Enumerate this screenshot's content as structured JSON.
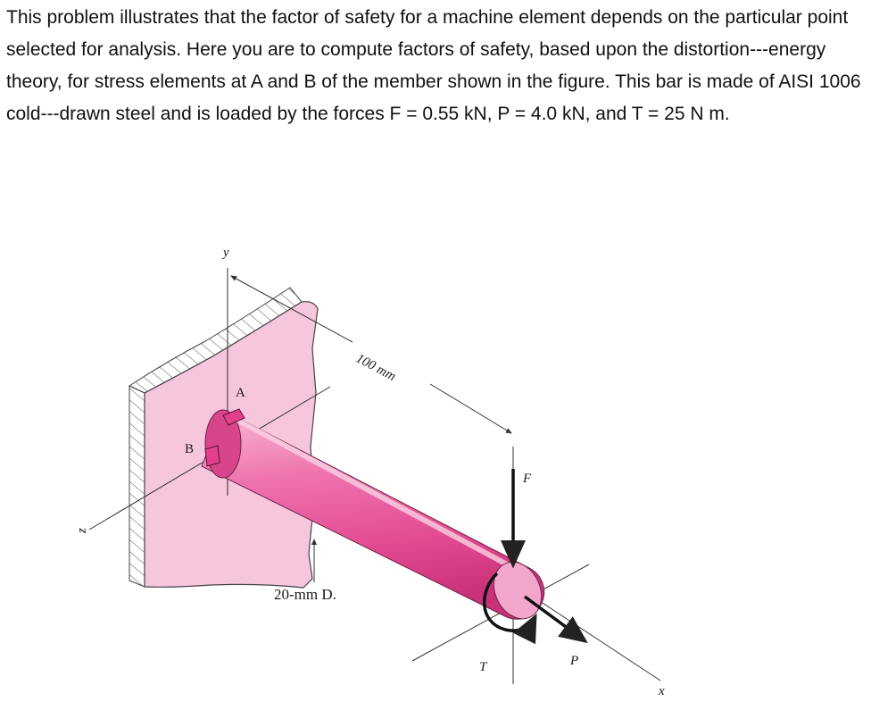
{
  "problem": {
    "text": "This problem illustrates that the factor of safety for a machine element depends on the particular point selected for analysis. Here you are to compute factors of safety, based upon the distortion---energy theory, for stress elements at A and B of the member shown in the figure. This bar is made of AISI 1006 cold---drawn steel and is loaded by the forces F = 0.55 kN, P = 4.0 kN, and T = 25 N m."
  },
  "figure": {
    "labels": {
      "y_axis": "y",
      "z_axis": "z",
      "x_axis": "x",
      "point_a": "A",
      "point_b": "B",
      "length_dim": "100 mm",
      "diameter": "20-mm D.",
      "force_f": "F",
      "force_p": "P",
      "torque_t": "T"
    },
    "colors": {
      "wall_fill": "#f6c6dc",
      "bar_fill": "#e9579b",
      "bar_highlight": "#f5a9cc",
      "bar_end": "#f3a6cb",
      "element_fill": "#e33f8c",
      "line": "#333333"
    }
  }
}
